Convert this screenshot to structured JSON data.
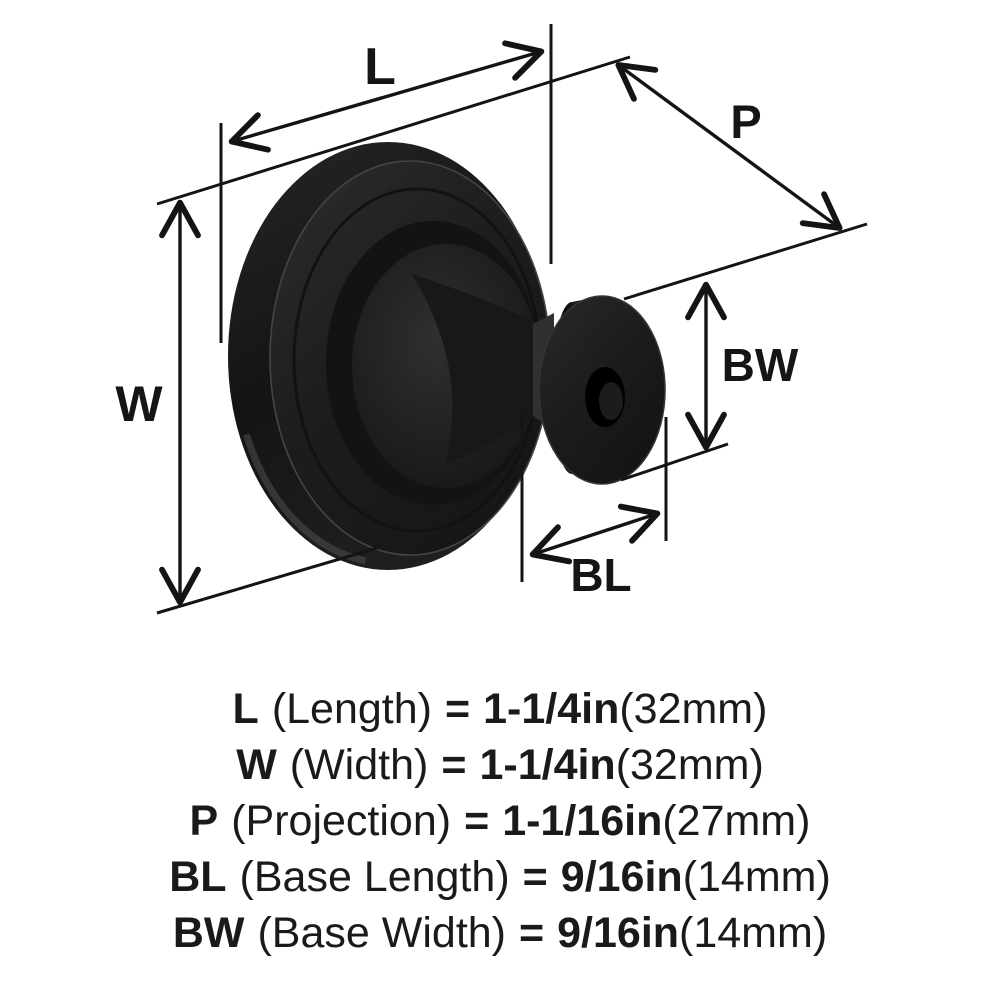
{
  "diagram": {
    "callouts": {
      "length": "L",
      "width": "W",
      "projection": "P",
      "base_width": "BW",
      "base_length": "BL"
    }
  },
  "specs": [
    {
      "abbr": "L",
      "name": "(Length)",
      "eq": "=",
      "value": "1-1/4in",
      "metric": "(32mm)"
    },
    {
      "abbr": "W",
      "name": "(Width)",
      "eq": "=",
      "value": "1-1/4in",
      "metric": "(32mm)"
    },
    {
      "abbr": "P",
      "name": "(Projection)",
      "eq": "=",
      "value": "1-1/16in",
      "metric": "(27mm)"
    },
    {
      "abbr": "BL",
      "name": "(Base Length)",
      "eq": "=",
      "value": "9/16in",
      "metric": "(14mm)"
    },
    {
      "abbr": "BW",
      "name": "(Base Width)",
      "eq": "=",
      "value": "9/16in",
      "metric": "(14mm)"
    }
  ],
  "colors": {
    "background": "#ffffff",
    "ink": "#141414",
    "knob_dark": "#141414",
    "knob_mid": "#232323",
    "knob_highlight": "#4f4f4f"
  }
}
